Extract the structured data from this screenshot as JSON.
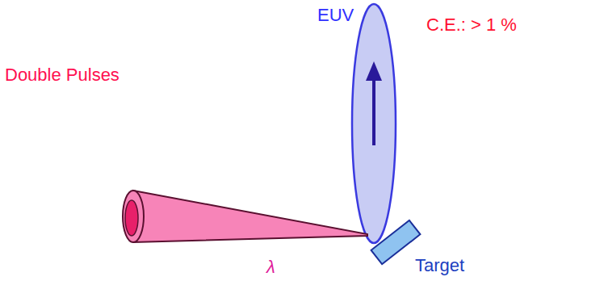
{
  "diagram": {
    "labels": [
      "EUV",
      "C.E.: > 1 %",
      "Double Pulses",
      "Target",
      "λ"
    ]
  }
}
